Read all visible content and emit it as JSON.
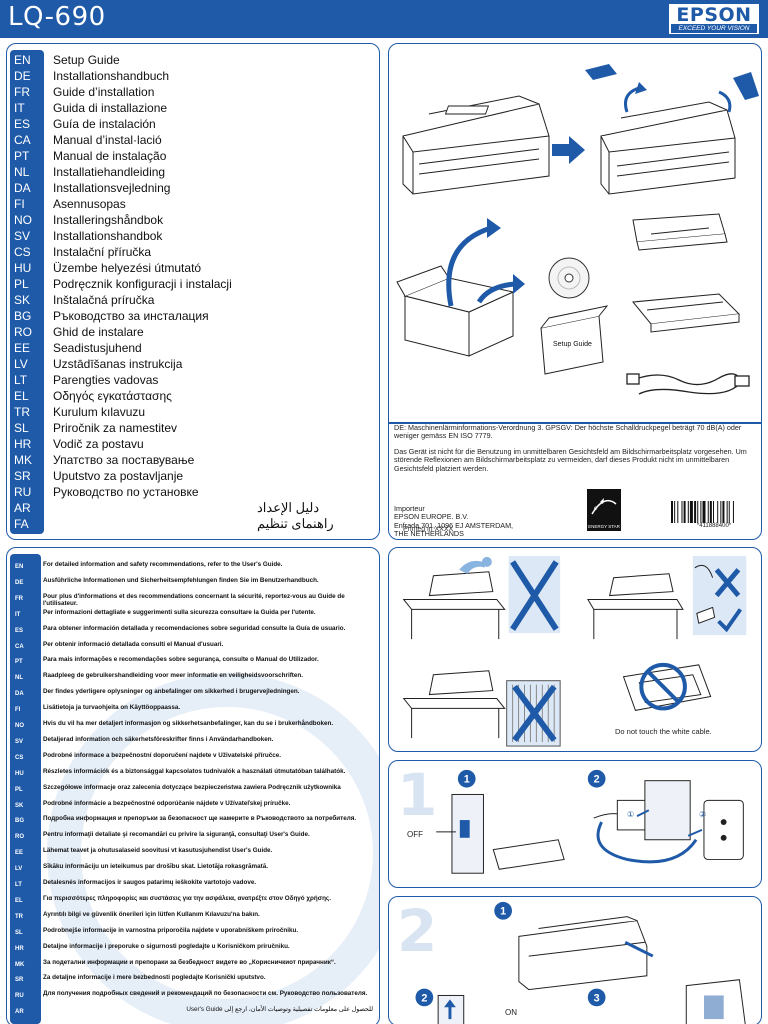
{
  "header": {
    "model": "LQ-690",
    "logo": "EPSON",
    "logo_tagline": "EXCEED YOUR VISION"
  },
  "languages": [
    {
      "code": "EN",
      "title": "Setup Guide"
    },
    {
      "code": "DE",
      "title": "Installationshandbuch"
    },
    {
      "code": "FR",
      "title": "Guide d’installation"
    },
    {
      "code": "IT",
      "title": "Guida di installazione"
    },
    {
      "code": "ES",
      "title": "Guía de instalación"
    },
    {
      "code": "CA",
      "title": "Manual d’instal·lació"
    },
    {
      "code": "PT",
      "title": "Manual de instalação"
    },
    {
      "code": "NL",
      "title": "Installatiehandleiding"
    },
    {
      "code": "DA",
      "title": "Installationsvejledning"
    },
    {
      "code": "FI",
      "title": "Asennusopas"
    },
    {
      "code": "NO",
      "title": "Installeringshåndbok"
    },
    {
      "code": "SV",
      "title": "Installationshandbok"
    },
    {
      "code": "CS",
      "title": "Instalační příručka"
    },
    {
      "code": "HU",
      "title": "Üzembe helyezési útmutató"
    },
    {
      "code": "PL",
      "title": "Podręcznik konfiguracji i instalacji"
    },
    {
      "code": "SK",
      "title": "Inštalačná príručka"
    },
    {
      "code": "BG",
      "title": "Ръководство за инсталация"
    },
    {
      "code": "RO",
      "title": "Ghid de instalare"
    },
    {
      "code": "EE",
      "title": "Seadistusjuhend"
    },
    {
      "code": "LV",
      "title": "Uzstādīšanas instrukcija"
    },
    {
      "code": "LT",
      "title": "Parengties vadovas"
    },
    {
      "code": "EL",
      "title": "Οδηγός εγκατάστασης"
    },
    {
      "code": "TR",
      "title": "Kurulum kılavuzu"
    },
    {
      "code": "SL",
      "title": "Priročnik za namestitev"
    },
    {
      "code": "HR",
      "title": "Vodič za postavu"
    },
    {
      "code": "MK",
      "title": "Упатство за поставување"
    },
    {
      "code": "SR",
      "title": "Uputstvo za postavljanje"
    },
    {
      "code": "RU",
      "title": "Руководство по установке"
    },
    {
      "code": "AR",
      "title": "دليل الإعداد",
      "rtl": true
    },
    {
      "code": "FA",
      "title": "راهنمای تنظیم",
      "rtl": true
    }
  ],
  "illustration": {
    "setup_guide_label": "Setup Guide",
    "notice_de_1": "DE: Maschinenlärminformations-Verordnung 3. GPSGV: Der höchste Schalldruckpegel beträgt 70 dB(A) oder weniger gemäss EN ISO 7779.",
    "notice_de_2": "Das Gerät ist nicht für die Benutzung im unmittelbaren Gesichtsfeld am Bildschirmarbeitsplatz vorgesehen. Um störende Reflexionen am Bildschirmarbeitsplatz zu vermeiden, darf dieses Produkt nicht im unmittelbaren Gesichtsfeld platziert werden.",
    "importer_label": "Importeur",
    "importer_name": "EPSON EUROPE. B.V.",
    "importer_address": "Enfrada 701, 1096 EJ AMSTERDAM,",
    "importer_country": "THE NETHERLANDS",
    "printed_in": "Printed in XXXX",
    "energy_star": "ENERGY STAR",
    "barcode_number": "*411888400*"
  },
  "safety": [
    {
      "code": "EN",
      "text": "For detailed information and safety recommendations, refer to the User's Guide."
    },
    {
      "code": "DE",
      "text": "Ausführliche Informationen und Sicherheitsempfehlungen finden Sie im Benutzerhandbuch."
    },
    {
      "code": "FR",
      "text": "Pour plus d'informations et des recommendations concernant la sécurité, reportez-vous au Guide de l'utilisateur."
    },
    {
      "code": "IT",
      "text": "Per informazioni dettagliate e suggerimenti sulla sicurezza consultare la Guida per l'utente."
    },
    {
      "code": "ES",
      "text": "Para obtener información detallada y recomendaciones sobre seguridad consulte la Guía de usuario."
    },
    {
      "code": "CA",
      "text": "Per obtenir informació detallada consulti el Manual d'usuari."
    },
    {
      "code": "PT",
      "text": "Para mais informações e recomendações sobre segurança, consulte o Manual do Utilizador."
    },
    {
      "code": "NL",
      "text": "Raadpleeg de gebruikershandleiding voor meer informatie en veiligheidsvoorschriften."
    },
    {
      "code": "DA",
      "text": "Der findes yderligere oplysninger og anbefalinger om sikkerhed i brugervejledningen."
    },
    {
      "code": "FI",
      "text": "Lisätietoja ja turvaohjeita on Käyttöoppaassa."
    },
    {
      "code": "NO",
      "text": "Hvis du vil ha mer detaljert informasjon og sikkerhetsanbefalinger, kan du se i brukerhåndboken."
    },
    {
      "code": "SV",
      "text": "Detaljerad information och säkerhetsföreskrifter finns i Användarhandboken."
    },
    {
      "code": "CS",
      "text": "Podrobné informace a bezpečnostní doporučení najdete v Uživatelské příručce."
    },
    {
      "code": "HU",
      "text": "Részletes információk és a biztonsággal kapcsolatos tudnivalók a használati útmutatóban találhatók."
    },
    {
      "code": "PL",
      "text": "Szczegółowe informacje oraz zalecenia dotyczące bezpieczeństwa zawiera Podręcznik użytkownika"
    },
    {
      "code": "SK",
      "text": "Podrobné informácie a bezpečnostné odporúčanie nájdete v Užívateľskej príručke."
    },
    {
      "code": "BG",
      "text": "Подробна информация и препоръки за безопасност ще намерите в Ръководството за потребителя."
    },
    {
      "code": "RO",
      "text": "Pentru informaţii detaliate şi recomandări cu privire la siguranţă, consultaţi User's Guide."
    },
    {
      "code": "EE",
      "text": "Lähemat teavet ja ohutusalaseid soovitusi vt kasutusjuhendist User's Guide."
    },
    {
      "code": "LV",
      "text": "Sīkāku informāciju un ieteikumus par drošību skat. Lietotāja rokasgrāmatā."
    },
    {
      "code": "LT",
      "text": "Detalesnės informacijos ir saugos patarimų ieškokite vartotojo vadove."
    },
    {
      "code": "EL",
      "text": "Για περισσότερες πληροφορίες και συστάσεις για την ασφάλεια, ανατρέξτε στον Οδηγό χρήσης."
    },
    {
      "code": "TR",
      "text": "Ayrıntılı bilgi ve güvenlik önerileri için lütfen Kullanım Kılavuzu'na bakın."
    },
    {
      "code": "SL",
      "text": "Podrobnejše informacije in varnostna priporočila najdete v uporabniškem priročniku."
    },
    {
      "code": "HR",
      "text": "Detaljne informacije i preporuke o sigurnosti pogledajte u Korisničkom priručniku."
    },
    {
      "code": "MK",
      "text": "За подетални информации и препораки за безбедност видете во „Корисничкиот прирачник“."
    },
    {
      "code": "SR",
      "text": "Za detaljne informacije i mere bezbednosti pogledajte Korisnički uputstvo."
    },
    {
      "code": "RU",
      "text": "Для получения подробных сведений и рекомендаций по безопасности см. Руководство пользователя."
    },
    {
      "code": "AR",
      "text": "User's Guide للحصول على معلومات تفصيلية وتوصيات الأمان، ارجع إلى"
    }
  ],
  "cautions": {
    "white_cable_note": "Do not touch the white cable."
  },
  "step1": {
    "number": "1",
    "badge_1": "1",
    "badge_2": "2",
    "off_label": "OFF",
    "plug_1": "①",
    "plug_2": "②"
  },
  "step2": {
    "number": "2",
    "badge_1": "1",
    "badge_2": "2",
    "badge_3": "3",
    "on_label": "ON"
  },
  "colors": {
    "brand_blue": "#1f5aa8",
    "cross_blue": "#1f5aa8",
    "watermark": "#e6eef8"
  }
}
